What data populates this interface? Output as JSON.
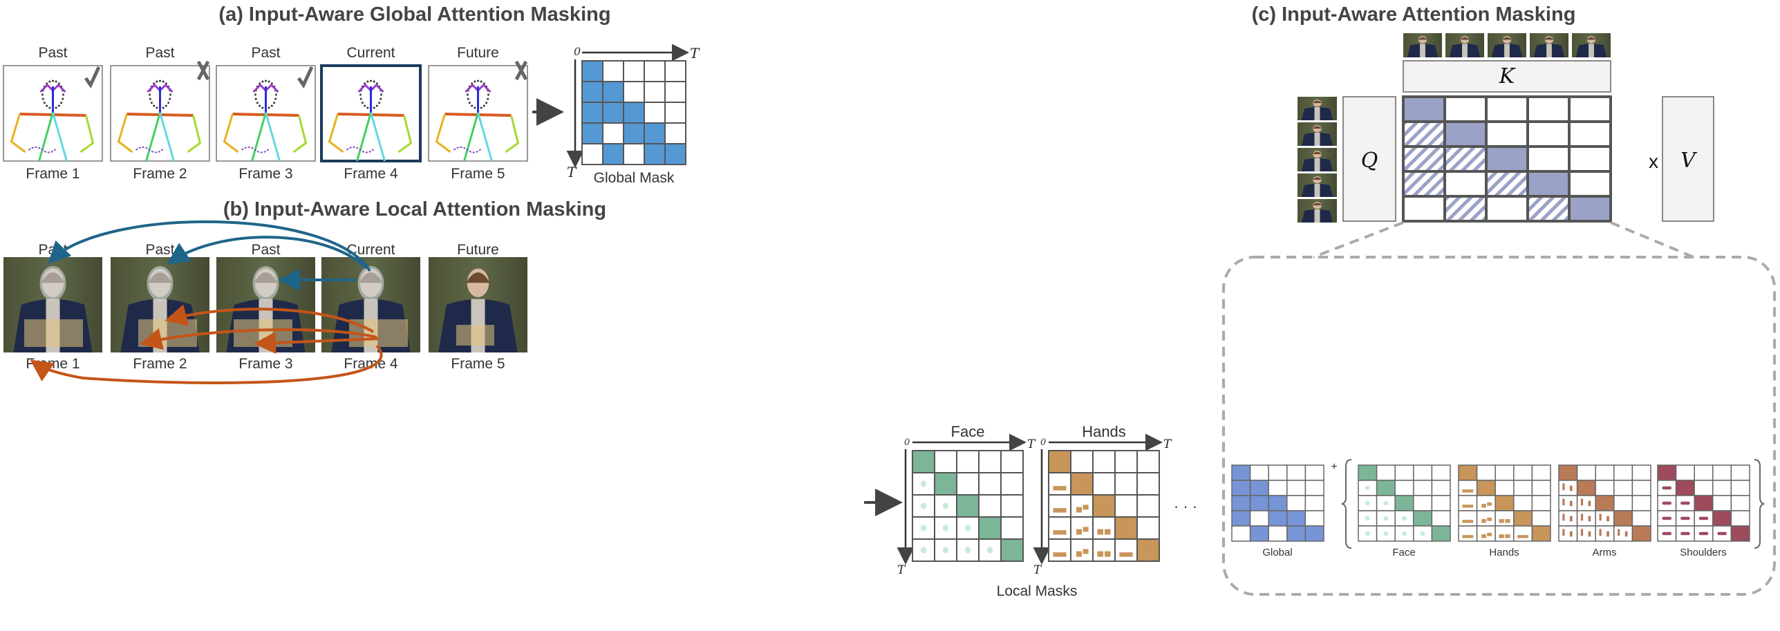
{
  "panel_a": {
    "title": "(a) Input-Aware Global Attention Masking",
    "frames": [
      {
        "top": "Past",
        "bottom": "Frame 1",
        "mark": "check"
      },
      {
        "top": "Past",
        "bottom": "Frame 2",
        "mark": "cross"
      },
      {
        "top": "Past",
        "bottom": "Frame 3",
        "mark": "check"
      },
      {
        "top": "Current",
        "bottom": "Frame 4",
        "mark": "none"
      },
      {
        "top": "Future",
        "bottom": "Frame 5",
        "mark": "cross"
      }
    ],
    "mask_label": "Global Mask",
    "axis_origin": "0",
    "axis_end": "T",
    "mask": [
      [
        1,
        0,
        0,
        0,
        0
      ],
      [
        1,
        1,
        0,
        0,
        0
      ],
      [
        1,
        1,
        1,
        0,
        0
      ],
      [
        1,
        0,
        1,
        1,
        0
      ],
      [
        0,
        1,
        0,
        1,
        1
      ]
    ]
  },
  "panel_b": {
    "title": "(b) Input-Aware Local Attention Masking",
    "frames": [
      {
        "top": "Past",
        "bottom": "Frame 1"
      },
      {
        "top": "Past",
        "bottom": "Frame 2"
      },
      {
        "top": "Past",
        "bottom": "Frame 3"
      },
      {
        "top": "Current",
        "bottom": "Frame 4"
      },
      {
        "top": "Future",
        "bottom": "Frame 5"
      }
    ],
    "masks_label": "Local Masks",
    "ellipsis": "· · ·",
    "local_masks": [
      {
        "name": "Face",
        "pattern": "dot"
      },
      {
        "name": "Hands",
        "pattern": "bar"
      }
    ]
  },
  "panel_c": {
    "title": "(c) Input-Aware Attention Masking",
    "k_label": "K",
    "q_label": "Q",
    "v_label": "V",
    "times": "x",
    "plus": "+",
    "breakdown": [
      {
        "name": "Global",
        "pattern": "global"
      },
      {
        "name": "Face",
        "pattern": "dot"
      },
      {
        "name": "Hands",
        "pattern": "bar"
      },
      {
        "name": "Arms",
        "pattern": "vbar"
      },
      {
        "name": "Shoulders",
        "pattern": "dash"
      }
    ]
  },
  "colors": {
    "global_blue": "#5498d4",
    "c_global_blue": "#7795d6",
    "matrix_purple": "#9aa2c8",
    "face": "#7db598",
    "face_dot": "#c9eadb",
    "hands": "#c8955a",
    "arms": "#b97a58",
    "shoulders": "#9d4b5d",
    "arrow_blue": "#1f6589",
    "arrow_orange": "#c45518",
    "current_frame": "#1b3a5e"
  }
}
